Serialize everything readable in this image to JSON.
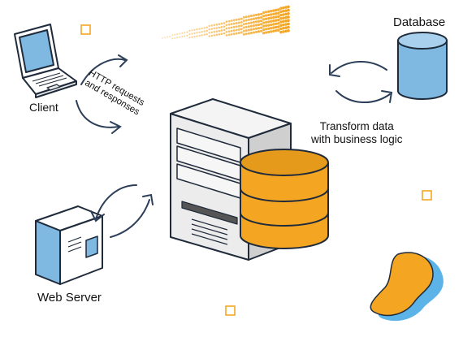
{
  "labels": {
    "database": "Database",
    "client": "Client",
    "http_line1": "HTTP requests",
    "http_line2": "and responses",
    "transform_line1": "Transform data",
    "transform_line2": "with business logic",
    "web_server": "Web Server"
  },
  "icons": [
    "laptop-icon",
    "database-icon",
    "application-server-icon",
    "data-store-icon",
    "web-server-icon"
  ],
  "colors": {
    "outline": "#1f2a3a",
    "blue_fill": "#7fb8e0",
    "orange": "#f4a623",
    "orange_dark": "#e08f10",
    "arrow": "#2c3e58",
    "server_gray": "#e8e8e8",
    "accent_blue": "#5bb3e8"
  }
}
